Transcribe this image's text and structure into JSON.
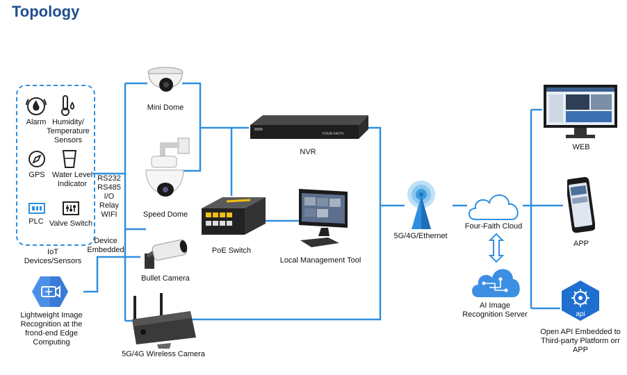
{
  "title": "Topology",
  "iot": {
    "alarm": "Alarm",
    "humidity_line1": "Humidity/",
    "humidity_line2": "Temperature",
    "humidity_line3": "Sensors",
    "gps": "GPS",
    "water_line1": "Water Level",
    "water_line2": "Indicator",
    "plc": "PLC",
    "valve": "Valve Switch",
    "group_line1": "IoT",
    "group_line2": "Devices/Sensors"
  },
  "interfaces": [
    "RS232",
    "RS485",
    "I/O",
    "Relay",
    "WIFI"
  ],
  "device_embedded_line1": "Device",
  "device_embedded_line2": "Embedded",
  "edge": {
    "line1": "Lightweight Image",
    "line2": "Recognition at the",
    "line3": "frond-end Edge",
    "line4": "Computing"
  },
  "cameras": {
    "mini_dome": "Mini Dome",
    "speed_dome": "Speed Dome",
    "bullet": "Bullet Camera",
    "wireless": "5G/4G Wireless Camera"
  },
  "nvr": "NVR",
  "nvr_brand": "FOUR-FAITH",
  "poe_switch": "PoE Switch",
  "local_tool": "Local Management Tool",
  "network": "5G/4G/Ethernet",
  "cloud": "Four-Faith Cloud",
  "ai_line1": "AI Image",
  "ai_line2": "Recognition Server",
  "web": "WEB",
  "app": "APP",
  "api_badge": "api",
  "api_line1": "Open API Embedded to",
  "api_line2": "Third-party Platform orr",
  "api_line3": "APP",
  "colors": {
    "line": "#2f8fe0",
    "title": "#1f4e8c",
    "accent": "#2f8fe0"
  }
}
